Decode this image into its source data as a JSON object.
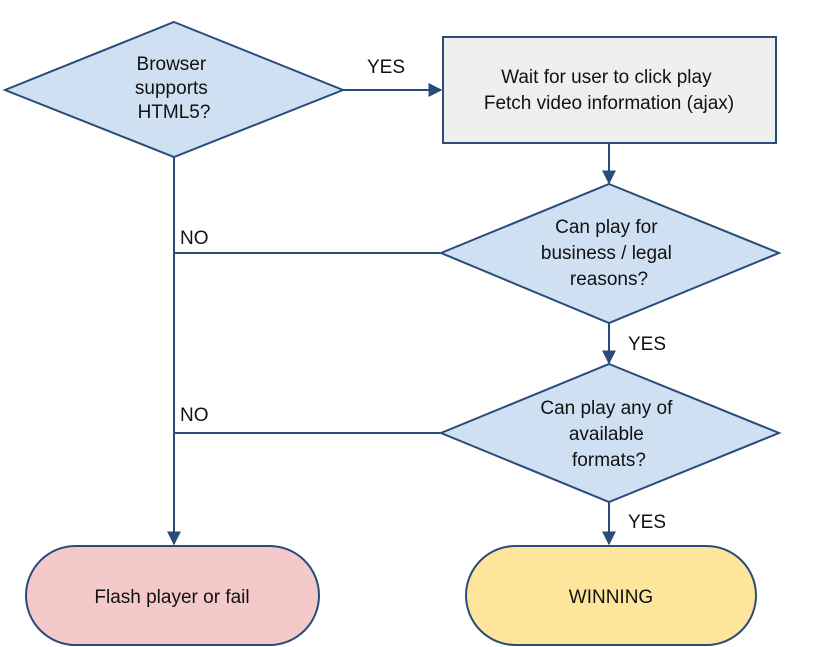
{
  "colors": {
    "diamond_fill": "#cfe0f2",
    "process_fill": "#efefef",
    "terminal_fail_fill": "#f4c9c9",
    "terminal_win_fill": "#fde59b",
    "stroke": "#2a4c7a"
  },
  "nodes": {
    "html5_check": {
      "label": "Browser supports HTML5?",
      "lines": [
        "Browser",
        "supports",
        "HTML5?"
      ]
    },
    "wait_fetch": {
      "label": "Wait for user to click play Fetch video information (ajax)",
      "lines": [
        "Wait for user to click play",
        "Fetch video information (ajax)"
      ]
    },
    "business_check": {
      "label": "Can play for business / legal reasons?",
      "lines": [
        "Can play for",
        "business / legal",
        "reasons?"
      ]
    },
    "format_check": {
      "label": "Can play any of available formats?",
      "lines": [
        "Can play any of",
        "available",
        "formats?"
      ]
    },
    "fallback": {
      "label": "Flash player or fail",
      "lines": [
        "Flash player or fail"
      ]
    },
    "winning": {
      "label": "WINNING",
      "lines": [
        "WINNING"
      ]
    }
  },
  "edges": [
    {
      "from": "html5_check",
      "to": "wait_fetch",
      "label": "YES"
    },
    {
      "from": "wait_fetch",
      "to": "business_check",
      "label": ""
    },
    {
      "from": "business_check",
      "to": "format_check",
      "label": "YES"
    },
    {
      "from": "format_check",
      "to": "winning",
      "label": "YES"
    },
    {
      "from": "business_check",
      "to": "fallback",
      "label": "NO"
    },
    {
      "from": "format_check",
      "to": "fallback",
      "label": "NO"
    },
    {
      "from": "html5_check",
      "to": "fallback",
      "label": ""
    }
  ]
}
